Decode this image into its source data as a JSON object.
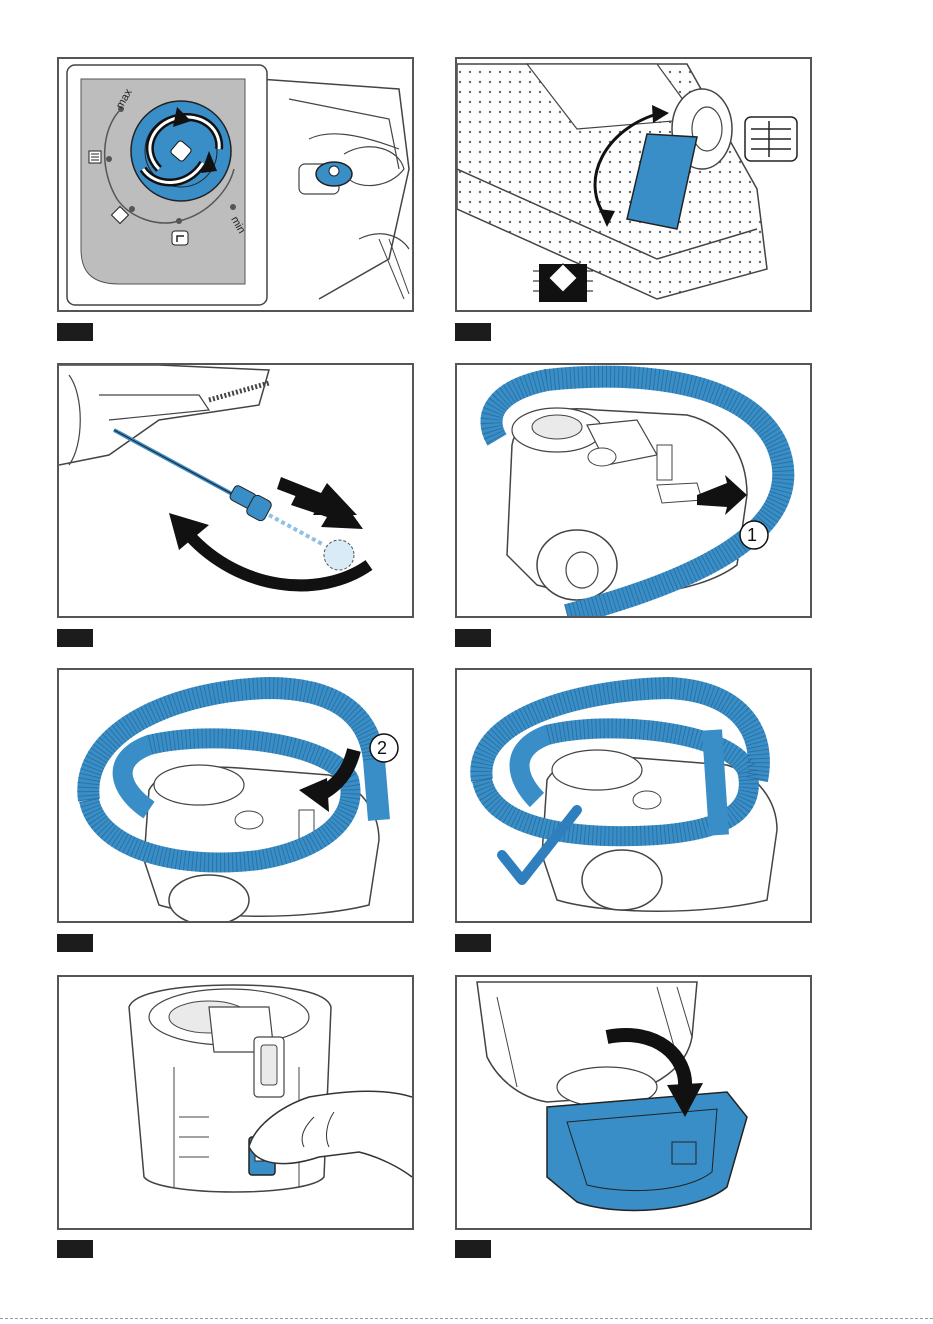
{
  "figure_labels": [
    "",
    "",
    "",
    "",
    "",
    "",
    "",
    ""
  ],
  "panel1": {
    "dial_max": "max",
    "dial_min": "min"
  },
  "panel4": {
    "callout": "1"
  },
  "panel5": {
    "callout": "2"
  },
  "colors": {
    "accent_blue": "#3a8ec8",
    "panel_border": "#555555",
    "label_tab": "#1c1c1c",
    "dial_grey": "#bdbdbd",
    "check_blue": "#2f7fbf"
  },
  "icons": [
    "rotate-arrows-icon",
    "floor-nozzle-switch-icon",
    "plug-cable-icon",
    "hose-park-icon",
    "checkmark-icon",
    "dust-box-open-icon"
  ]
}
